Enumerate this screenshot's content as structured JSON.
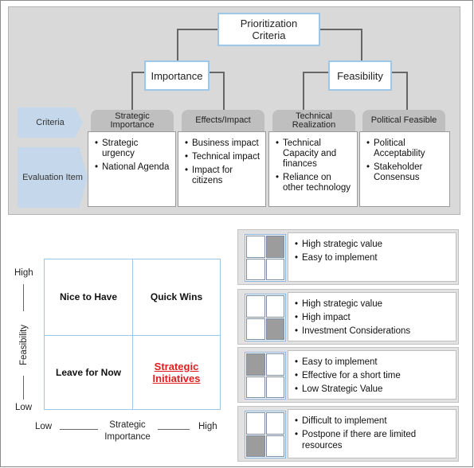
{
  "root": {
    "title": "Prioritization Criteria"
  },
  "groups": [
    {
      "label": "Importance"
    },
    {
      "label": "Feasibility"
    }
  ],
  "row_labels": {
    "criteria": "Criteria",
    "evaluation": "Evaluation Item"
  },
  "criteria": [
    {
      "label": "Strategic Importance",
      "items": [
        "Strategic urgency",
        "National Agenda"
      ]
    },
    {
      "label": "Effects/Impact",
      "items": [
        "Business impact",
        "Technical impact",
        "Impact for citizens"
      ]
    },
    {
      "label": "Technical Realization",
      "items": [
        "Technical Capacity and finances",
        "Reliance on other technology"
      ]
    },
    {
      "label": "Political Feasible",
      "items": [
        "Political Acceptability",
        "Stakeholder Consensus"
      ]
    }
  ],
  "matrix": {
    "y_axis": {
      "label": "Feasibility",
      "high": "High",
      "low": "Low"
    },
    "x_axis": {
      "label": "Strategic Importance",
      "low": "Low",
      "high": "High"
    },
    "cells": {
      "top_left": "Nice to Have",
      "top_right": "Quick Wins",
      "bottom_left": "Leave for Now",
      "bottom_right": "Strategic Initiatives"
    },
    "highlight_color": "#e02020"
  },
  "legend": [
    {
      "highlight": "top-right",
      "items": [
        "High strategic value",
        "Easy to implement"
      ]
    },
    {
      "highlight": "bottom-right",
      "items": [
        "High strategic value",
        "High impact",
        "Investment Considerations"
      ]
    },
    {
      "highlight": "top-left",
      "items": [
        "Easy to implement",
        "Effective for a short time",
        "Low Strategic Value"
      ]
    },
    {
      "highlight": "bottom-left",
      "items": [
        "Difficult to implement",
        "Postpone if there are limited resources"
      ]
    }
  ]
}
